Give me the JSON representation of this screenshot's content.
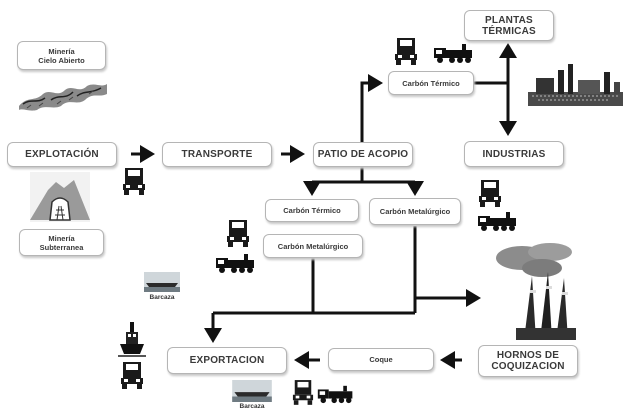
{
  "boxes": {
    "mineria_cielo": [
      "Minería",
      "Cielo Abierto"
    ],
    "explotacion": "EXPLOTACIÓN",
    "mineria_sub": [
      "Minería",
      "Subterranea"
    ],
    "transporte": "TRANSPORTE",
    "patio": "PATIO DE ACOPIO",
    "carbon_termico_top": "Carbón Térmico",
    "plantas": [
      "PLANTAS",
      "TÉRMICAS"
    ],
    "industrias": "INDUSTRIAS",
    "carbon_termico_mid": "Carbón Térmico",
    "carbon_metal_mid": "Carbón Metalúrgico",
    "carbon_metal_right": "Carbón Metalúrgico",
    "hornos": [
      "HORNOS DE",
      "COQUIZACION"
    ],
    "coque": "Coque",
    "exportacion": "EXPORTACION"
  },
  "labels": {
    "barcaza_1": "Barcaza",
    "barcaza_2": "Barcaza"
  },
  "icons": [
    "open-pit-mine-icon",
    "underground-mine-icon",
    "truck-icon",
    "train-icon",
    "power-plant-icon",
    "coke-oven-icon",
    "barge-icon",
    "ship-icon"
  ]
}
